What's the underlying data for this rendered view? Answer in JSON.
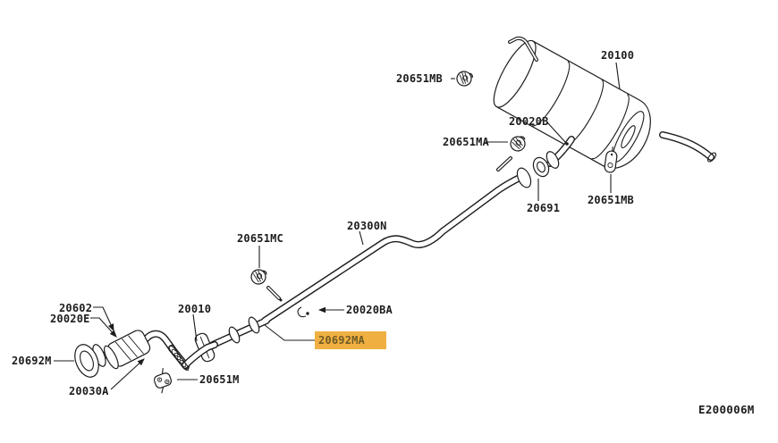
{
  "diagram": {
    "code": "E200006M",
    "background_color": "#ffffff",
    "line_color": "#1c1c1c",
    "highlight_color": "#f0b041",
    "highlight_text_color": "#6f5b26",
    "label_color": "#1c1c1c",
    "type": "exploded-parts-diagram",
    "subject": "exhaust system"
  },
  "labels": [
    {
      "text": "20651MB",
      "highlighted": false
    },
    {
      "text": "20100",
      "highlighted": false
    },
    {
      "text": "20020B",
      "highlighted": false
    },
    {
      "text": "20651MA",
      "highlighted": false
    },
    {
      "text": "20691",
      "highlighted": false
    },
    {
      "text": "20651MB",
      "highlighted": false
    },
    {
      "text": "20300N",
      "highlighted": false
    },
    {
      "text": "20651MC",
      "highlighted": false
    },
    {
      "text": "20602",
      "highlighted": false
    },
    {
      "text": "20020E",
      "highlighted": false
    },
    {
      "text": "20010",
      "highlighted": false
    },
    {
      "text": "20020BA",
      "highlighted": false
    },
    {
      "text": "20692MA",
      "highlighted": true
    },
    {
      "text": "20692M",
      "highlighted": false
    },
    {
      "text": "20030A",
      "highlighted": false
    },
    {
      "text": "20651M",
      "highlighted": false
    }
  ],
  "icons": [
    {
      "name": "clamp-icon",
      "meaning": "exhaust mounting clamp/nut"
    },
    {
      "name": "hanger-icon",
      "meaning": "rubber exhaust hanger"
    },
    {
      "name": "gasket-ring-icon",
      "meaning": "exhaust gasket ring"
    }
  ]
}
